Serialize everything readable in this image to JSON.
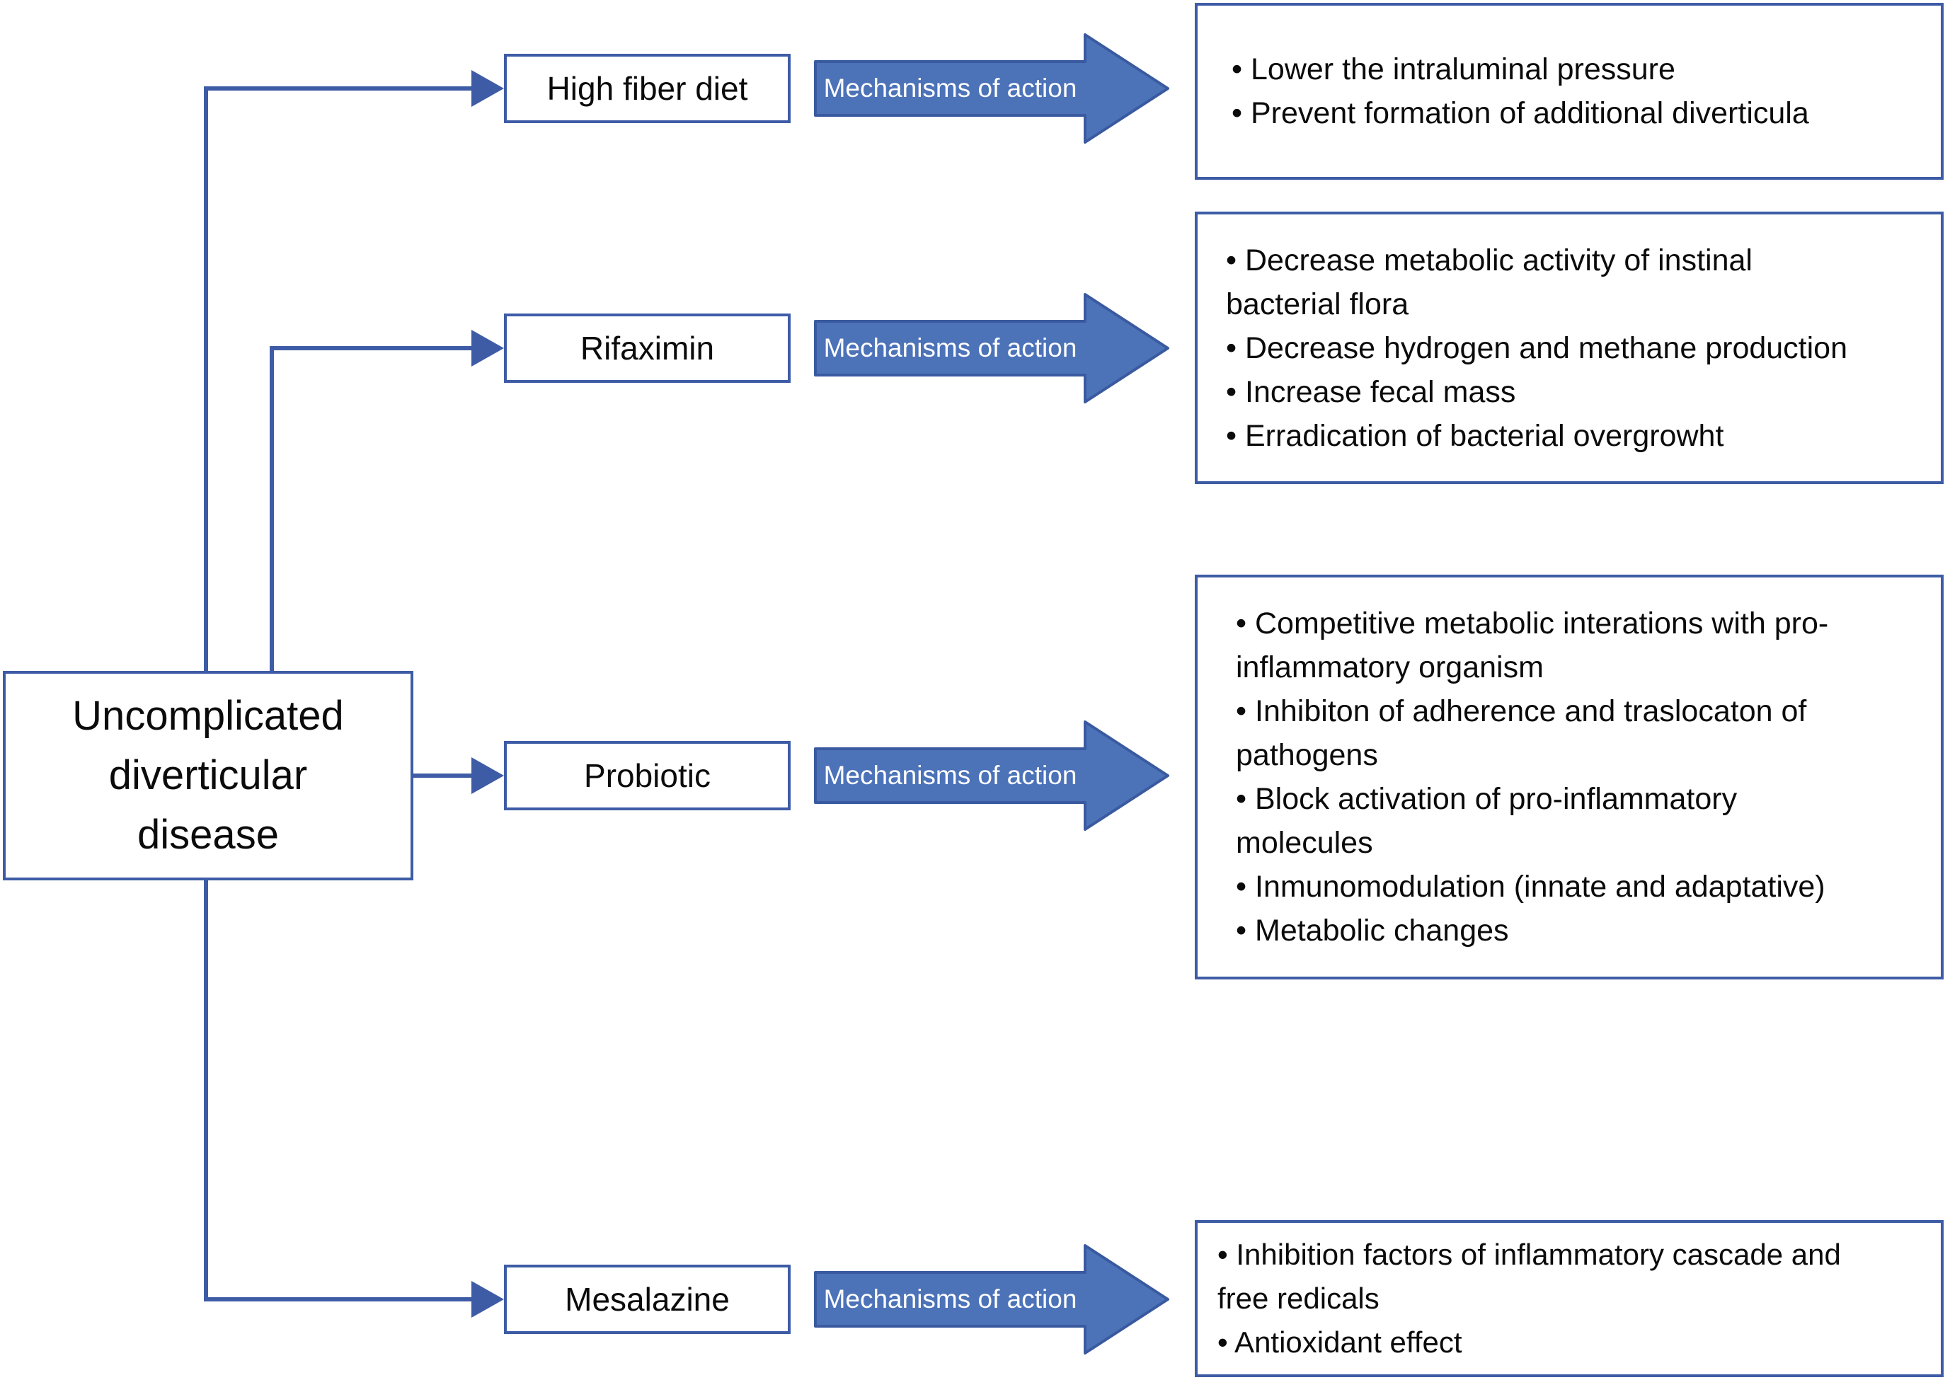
{
  "diagram": {
    "title_hint": "Treatments of uncomplicated diverticular disease and their mechanisms of action",
    "root": {
      "lines": [
        "Uncomplicated",
        "diverticular",
        "disease"
      ]
    },
    "rows": [
      {
        "label": "High fiber diet",
        "arrow_label": "Mechanisms of action",
        "lines": [
          "• Lower the intraluminal pressure",
          "• Prevent formation of additional diverticula"
        ]
      },
      {
        "label": "Rifaximin",
        "arrow_label": "Mechanisms of action",
        "lines": [
          "• Decrease metabolic activity of instinal",
          "bacterial flora",
          "• Decrease hydrogen and methane production",
          "• Increase fecal mass",
          "• Erradication of bacterial overgrowht"
        ]
      },
      {
        "label": "Probiotic",
        "arrow_label": "Mechanisms of action",
        "lines": [
          "• Competitive metabolic interations with pro-",
          "inflammatory organism",
          "• Inhibiton of adherence and traslocaton of",
          "pathogens",
          "• Block activation of pro-inflammatory",
          "molecules",
          "• Inmunomodulation (innate and adaptative)",
          "• Metabolic changes"
        ]
      },
      {
        "label": "Mesalazine",
        "arrow_label": "Mechanisms of action",
        "lines": [
          "• Inhibition factors of inflammatory cascade and",
          "free redicals",
          "• Antioxidant effect"
        ]
      }
    ],
    "colors": {
      "connector_blue": "#3E5CA6",
      "arrow_fill": "#4C72B8",
      "arrow_border": "#3A5AA0",
      "box_border": "#3E5CA6",
      "text": "#0B0B0B",
      "arrow_text": "#FFFFFF",
      "background": "#FFFFFF"
    }
  }
}
